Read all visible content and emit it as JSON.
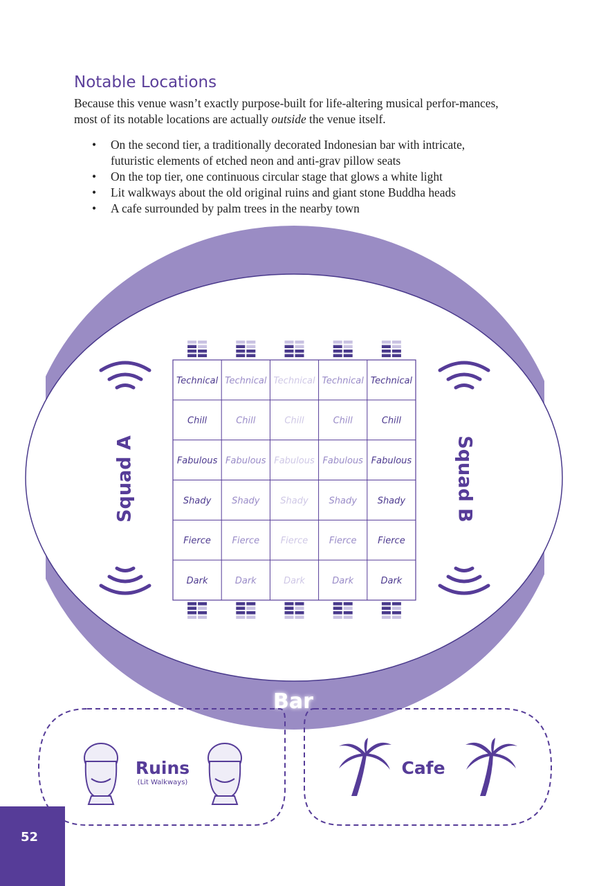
{
  "section": {
    "heading": "Notable Locations",
    "intro_before": "Because this venue wasn’t exactly purpose-built for life-altering musical perfor-mances, most of its notable locations are actually ",
    "intro_em": "outside",
    "intro_after": " the venue itself.",
    "bullets": [
      "On the second tier, a traditionally decorated Indonesian bar with intricate, futuristic elements of etched neon and anti-grav pillow seats",
      "On the top tier, one continuous circular stage that glows a white light",
      "Lit walkways about the old original ruins and giant stone Buddha heads",
      "A cafe surrounded by palm trees in the nearby town"
    ]
  },
  "map": {
    "squad_a": "Squad A",
    "squad_b": "Squad B",
    "bar": "Bar",
    "ruins": "Ruins",
    "ruins_sub": "(Lit Walkways)",
    "cafe": "Cafe",
    "grid_rows": [
      "Technical",
      "Chill",
      "Fabulous",
      "Shady",
      "Fierce",
      "Dark"
    ],
    "column_shades": [
      "#4d3a8f",
      "#9a8cc8",
      "#cfc8e6",
      "#9a8cc8",
      "#4d3a8f"
    ],
    "colors": {
      "accent": "#563c98",
      "band": "#9a8cc4",
      "line": "#4a3a8c"
    }
  },
  "page_number": "52"
}
